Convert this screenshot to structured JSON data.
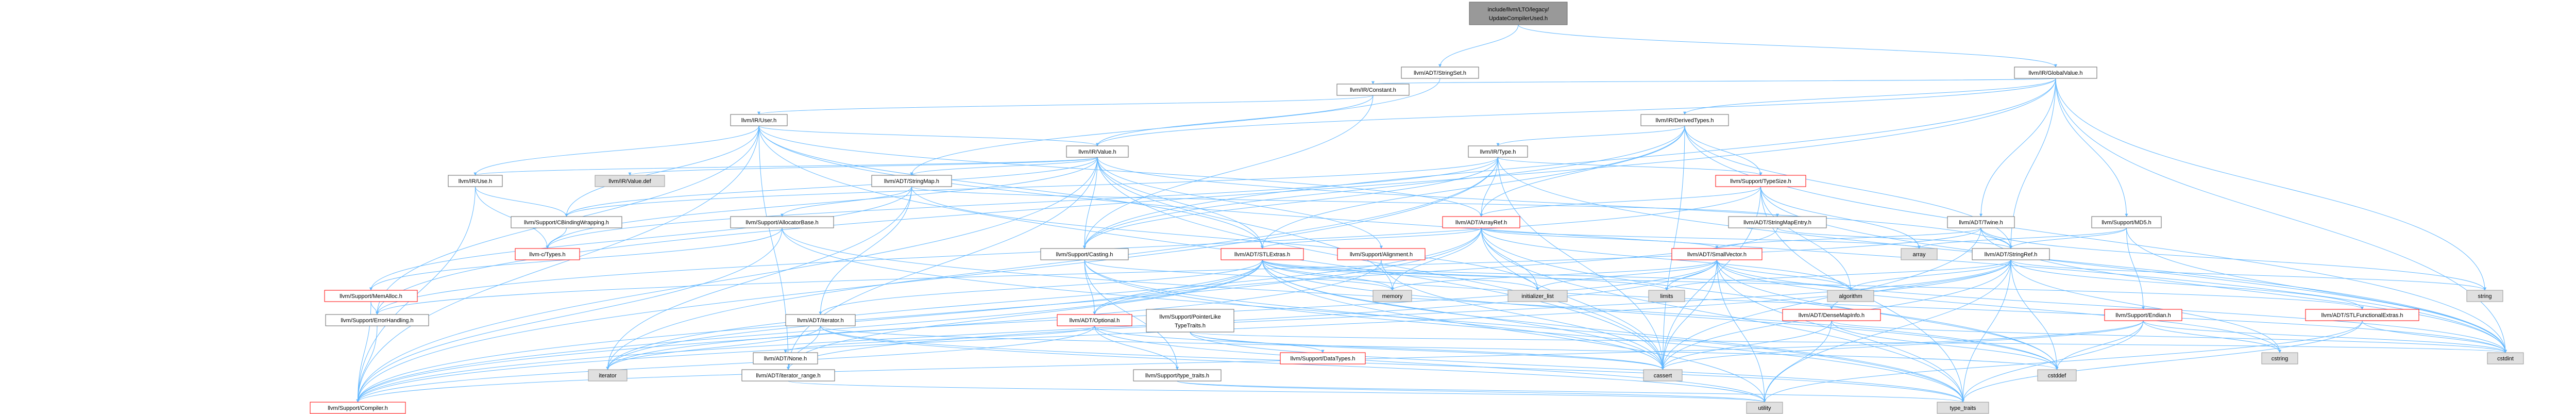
{
  "colors": {
    "node_fill": "#ffffff",
    "node_border": "#666666",
    "root_fill": "#999999",
    "root_border": "#666666",
    "system_fill": "#e0e0e0",
    "system_border": "#999999",
    "missing_border": "#ff0000",
    "edge": "#63b8ff",
    "text": "#000000"
  },
  "nodes": {
    "root": {
      "label_line1": "include/llvm/LTO/legacy/",
      "label_line2": "UpdateCompilerUsed.h",
      "kind": "root"
    },
    "stringset": {
      "label": "llvm/ADT/StringSet.h",
      "kind": "normal"
    },
    "globalvalue": {
      "label": "llvm/IR/GlobalValue.h",
      "kind": "normal"
    },
    "constant": {
      "label": "llvm/IR/Constant.h",
      "kind": "normal"
    },
    "derivedtypes": {
      "label": "llvm/IR/DerivedTypes.h",
      "kind": "normal"
    },
    "user": {
      "label": "llvm/IR/User.h",
      "kind": "normal"
    },
    "value": {
      "label": "llvm/IR/Value.h",
      "kind": "normal"
    },
    "type": {
      "label": "llvm/IR/Type.h",
      "kind": "normal"
    },
    "typesize": {
      "label": "llvm/Support/TypeSize.h",
      "kind": "missing"
    },
    "use": {
      "label": "llvm/IR/Use.h",
      "kind": "normal"
    },
    "valuedef": {
      "label": "llvm/IR/Value.def",
      "kind": "system"
    },
    "stringmap": {
      "label": "llvm/ADT/StringMap.h",
      "kind": "normal"
    },
    "arrayref": {
      "label": "llvm/ADT/ArrayRef.h",
      "kind": "missing"
    },
    "stringmapentry": {
      "label": "llvm/ADT/StringMapEntry.h",
      "kind": "normal"
    },
    "adttwine": {
      "label": "llvm/ADT/Twine.h",
      "kind": "normal"
    },
    "md5": {
      "label": "llvm/Support/MD5.h",
      "kind": "normal"
    },
    "cbinding": {
      "label": "llvm/Support/CBindingWrapping.h",
      "kind": "normal"
    },
    "allocatorbase": {
      "label": "llvm/Support/AllocatorBase.h",
      "kind": "normal"
    },
    "ctypes": {
      "label": "llvm-c/Types.h",
      "kind": "missing"
    },
    "casting": {
      "label": "llvm/Support/Casting.h",
      "kind": "normal"
    },
    "stlextras": {
      "label": "llvm/ADT/STLExtras.h",
      "kind": "missing"
    },
    "alignment": {
      "label": "llvm/Support/Alignment.h",
      "kind": "missing"
    },
    "smallvector": {
      "label": "llvm/ADT/SmallVector.h",
      "kind": "missing"
    },
    "stringref": {
      "label": "llvm/ADT/StringRef.h",
      "kind": "normal"
    },
    "memalloc": {
      "label": "llvm/Support/MemAlloc.h",
      "kind": "missing"
    },
    "errorhandling": {
      "label": "llvm/Support/ErrorHandling.h",
      "kind": "normal"
    },
    "adtiterator": {
      "label": "llvm/ADT/iterator.h",
      "kind": "normal"
    },
    "optional": {
      "label": "llvm/ADT/Optional.h",
      "kind": "missing"
    },
    "pointerlike_line1": "llvm/Support/PointerLike",
    "pointerlike_line2": "TypeTraits.h",
    "densemapinfo": {
      "label": "llvm/ADT/DenseMapInfo.h",
      "kind": "missing"
    },
    "endian": {
      "label": "llvm/Support/Endian.h",
      "kind": "missing"
    },
    "stlfunctional": {
      "label": "llvm/ADT/STLFunctionalExtras.h",
      "kind": "missing"
    },
    "none": {
      "label": "llvm/ADT/None.h",
      "kind": "normal"
    },
    "iterator_range": {
      "label": "llvm/ADT/iterator_range.h",
      "kind": "normal"
    },
    "support_typetraits": {
      "label": "llvm/Support/type_traits.h",
      "kind": "normal"
    },
    "datatypes": {
      "label": "llvm/Support/DataTypes.h",
      "kind": "missing"
    },
    "compiler": {
      "label": "llvm/Support/Compiler.h",
      "kind": "missing"
    },
    "memory": {
      "label": "memory",
      "kind": "system"
    },
    "initializer_list": {
      "label": "initializer_list",
      "kind": "system"
    },
    "limits": {
      "label": "limits",
      "kind": "system"
    },
    "algorithm": {
      "label": "algorithm",
      "kind": "system"
    },
    "array": {
      "label": "array",
      "kind": "system"
    },
    "string": {
      "label": "string",
      "kind": "system"
    },
    "cstring": {
      "label": "cstring",
      "kind": "system"
    },
    "cstdint": {
      "label": "cstdint",
      "kind": "system"
    },
    "iterator": {
      "label": "iterator",
      "kind": "system"
    },
    "cassert": {
      "label": "cassert",
      "kind": "system"
    },
    "cstddef": {
      "label": "cstddef",
      "kind": "system"
    },
    "utility": {
      "label": "utility",
      "kind": "system"
    },
    "type_traits": {
      "label": "type_traits",
      "kind": "system"
    }
  },
  "edges": [
    [
      "root",
      "stringset"
    ],
    [
      "root",
      "globalvalue"
    ],
    [
      "stringset",
      "stringmap"
    ],
    [
      "globalvalue",
      "constant"
    ],
    [
      "globalvalue",
      "derivedtypes"
    ],
    [
      "globalvalue",
      "value"
    ],
    [
      "globalvalue",
      "adttwine"
    ],
    [
      "globalvalue",
      "md5"
    ],
    [
      "globalvalue",
      "stringref"
    ],
    [
      "globalvalue",
      "casting"
    ],
    [
      "globalvalue",
      "errorhandling"
    ],
    [
      "globalvalue",
      "cstdint"
    ],
    [
      "globalvalue",
      "string"
    ],
    [
      "constant",
      "user"
    ],
    [
      "constant",
      "value"
    ],
    [
      "constant",
      "casting"
    ],
    [
      "user",
      "use"
    ],
    [
      "user",
      "value"
    ],
    [
      "user",
      "cbinding"
    ],
    [
      "user",
      "compiler"
    ],
    [
      "user",
      "errorhandling"
    ],
    [
      "user",
      "iterator_range"
    ],
    [
      "user",
      "cassert"
    ],
    [
      "user",
      "cstdint"
    ],
    [
      "user",
      "arrayref"
    ],
    [
      "user",
      "stlextras"
    ],
    [
      "derivedtypes",
      "type"
    ],
    [
      "derivedtypes",
      "arrayref"
    ],
    [
      "derivedtypes",
      "stlextras"
    ],
    [
      "derivedtypes",
      "stringref"
    ],
    [
      "derivedtypes",
      "casting"
    ],
    [
      "derivedtypes",
      "typesize"
    ],
    [
      "derivedtypes",
      "cassert"
    ],
    [
      "derivedtypes",
      "cstdint"
    ],
    [
      "value",
      "use"
    ],
    [
      "value",
      "valuedef"
    ],
    [
      "value",
      "stringmap"
    ],
    [
      "value",
      "cbinding"
    ],
    [
      "value",
      "casting"
    ],
    [
      "value",
      "alignment"
    ],
    [
      "value",
      "ctypes"
    ],
    [
      "value",
      "iterator_range"
    ],
    [
      "value",
      "cassert"
    ],
    [
      "value",
      "memory"
    ],
    [
      "value",
      "compiler"
    ],
    [
      "value",
      "stlextras"
    ],
    [
      "value",
      "stringref"
    ],
    [
      "type",
      "arrayref"
    ],
    [
      "type",
      "cbinding"
    ],
    [
      "type",
      "casting"
    ],
    [
      "type",
      "compiler"
    ],
    [
      "type",
      "typesize"
    ],
    [
      "type",
      "cassert"
    ],
    [
      "type",
      "cstdint"
    ],
    [
      "type",
      "iterator"
    ],
    [
      "type",
      "ctypes"
    ],
    [
      "typesize",
      "arrayref"
    ],
    [
      "typesize",
      "errorhandling"
    ],
    [
      "typesize",
      "algorithm"
    ],
    [
      "typesize",
      "array"
    ],
    [
      "typesize",
      "cassert"
    ],
    [
      "typesize",
      "cstdint"
    ],
    [
      "typesize",
      "type_traits"
    ],
    [
      "use",
      "cbinding"
    ],
    [
      "use",
      "compiler"
    ],
    [
      "use",
      "ctypes"
    ],
    [
      "stringmap",
      "stringmapentry"
    ],
    [
      "stringmap",
      "adtiterator"
    ],
    [
      "stringmap",
      "allocatorbase"
    ],
    [
      "stringmap",
      "initializer_list"
    ],
    [
      "stringmap",
      "iterator"
    ],
    [
      "stringmap",
      "memalloc"
    ],
    [
      "stringmapentry",
      "stringref"
    ],
    [
      "stringmapentry",
      "optional"
    ],
    [
      "arrayref",
      "smallvector"
    ],
    [
      "arrayref",
      "stlextras"
    ],
    [
      "arrayref",
      "compiler"
    ],
    [
      "arrayref",
      "algorithm"
    ],
    [
      "arrayref",
      "array"
    ],
    [
      "arrayref",
      "cassert"
    ],
    [
      "arrayref",
      "cstddef"
    ],
    [
      "arrayref",
      "initializer_list"
    ],
    [
      "arrayref",
      "iterator"
    ],
    [
      "arrayref",
      "memory"
    ],
    [
      "arrayref",
      "type_traits"
    ],
    [
      "arrayref",
      "vector_missing"
    ],
    [
      "adttwine",
      "smallvector"
    ],
    [
      "adttwine",
      "stringref"
    ],
    [
      "adttwine",
      "errorhandling"
    ],
    [
      "adttwine",
      "cassert"
    ],
    [
      "adttwine",
      "cstdint"
    ],
    [
      "adttwine",
      "string"
    ],
    [
      "md5",
      "stringref"
    ],
    [
      "md5",
      "endian"
    ],
    [
      "md5",
      "array"
    ],
    [
      "md5",
      "cstdint"
    ],
    [
      "cbinding",
      "ctypes"
    ],
    [
      "allocatorbase",
      "compiler"
    ],
    [
      "allocatorbase",
      "memalloc"
    ],
    [
      "allocatorbase",
      "cstddef"
    ],
    [
      "allocatorbase",
      "type_traits"
    ],
    [
      "casting",
      "optional"
    ],
    [
      "casting",
      "support_typetraits"
    ],
    [
      "casting",
      "cassert"
    ],
    [
      "casting",
      "memory"
    ],
    [
      "casting",
      "type_traits"
    ],
    [
      "stlextras",
      "adtiterator"
    ],
    [
      "stlextras",
      "iterator_range"
    ],
    [
      "stlextras",
      "stlfunctional"
    ],
    [
      "stlextras",
      "compiler"
    ],
    [
      "stlextras",
      "algorithm"
    ],
    [
      "stlextras",
      "cassert"
    ],
    [
      "stlextras",
      "cstddef"
    ],
    [
      "stlextras",
      "cstdint"
    ],
    [
      "stlextras",
      "initializer_list"
    ],
    [
      "stlextras",
      "iterator"
    ],
    [
      "stlextras",
      "limits"
    ],
    [
      "stlextras",
      "memory"
    ],
    [
      "stlextras",
      "type_traits"
    ],
    [
      "stlextras",
      "utility"
    ],
    [
      "stlextras",
      "optional"
    ],
    [
      "alignment",
      "compiler"
    ],
    [
      "alignment",
      "cassert"
    ],
    [
      "smallvector",
      "compiler"
    ],
    [
      "smallvector",
      "type_traits"
    ],
    [
      "smallvector",
      "algorithm"
    ],
    [
      "smallvector",
      "cassert"
    ],
    [
      "smallvector",
      "cstddef"
    ],
    [
      "smallvector",
      "cstring"
    ],
    [
      "smallvector",
      "initializer_list"
    ],
    [
      "smallvector",
      "iterator"
    ],
    [
      "smallvector",
      "limits"
    ],
    [
      "smallvector",
      "memory"
    ],
    [
      "smallvector",
      "utility"
    ],
    [
      "smallvector",
      "cstdint"
    ],
    [
      "stringref",
      "densemapinfo"
    ],
    [
      "stringref",
      "stlfunctional"
    ],
    [
      "stringref",
      "iterator_range"
    ],
    [
      "stringref",
      "compiler"
    ],
    [
      "stringref",
      "algorithm"
    ],
    [
      "stringref",
      "cassert"
    ],
    [
      "stringref",
      "cstddef"
    ],
    [
      "stringref",
      "cstring"
    ],
    [
      "stringref",
      "limits"
    ],
    [
      "stringref",
      "string"
    ],
    [
      "stringref",
      "type_traits"
    ],
    [
      "stringref",
      "utility"
    ],
    [
      "memalloc",
      "compiler"
    ],
    [
      "memalloc",
      "errorhandling"
    ],
    [
      "errorhandling",
      "compiler"
    ],
    [
      "adtiterator",
      "iterator_range"
    ],
    [
      "adtiterator",
      "cstddef"
    ],
    [
      "adtiterator",
      "iterator"
    ],
    [
      "adtiterator",
      "type_traits"
    ],
    [
      "adtiterator",
      "utility"
    ],
    [
      "optional",
      "none"
    ],
    [
      "optional",
      "compiler"
    ],
    [
      "optional",
      "support_typetraits"
    ],
    [
      "optional",
      "cassert"
    ],
    [
      "optional",
      "new_missing"
    ],
    [
      "optional",
      "utility"
    ],
    [
      "pointerlike",
      "datatypes"
    ],
    [
      "pointerlike",
      "cassert"
    ],
    [
      "pointerlike",
      "cstdint"
    ],
    [
      "pointerlike",
      "type_traits"
    ],
    [
      "densemapinfo",
      "cassert"
    ],
    [
      "densemapinfo",
      "cstddef"
    ],
    [
      "densemapinfo",
      "cstdint"
    ],
    [
      "densemapinfo",
      "tuple_missing"
    ],
    [
      "densemapinfo",
      "utility"
    ],
    [
      "endian",
      "compiler"
    ],
    [
      "endian",
      "cassert"
    ],
    [
      "endian",
      "cstddef"
    ],
    [
      "endian",
      "cstdint"
    ],
    [
      "endian",
      "cstring"
    ],
    [
      "endian",
      "type_traits"
    ],
    [
      "stlfunctional",
      "cstdint"
    ],
    [
      "stlfunctional",
      "type_traits"
    ],
    [
      "stlfunctional",
      "utility"
    ],
    [
      "iterator_range",
      "utility"
    ],
    [
      "support_typetraits",
      "type_traits"
    ],
    [
      "support_typetraits",
      "utility"
    ]
  ]
}
